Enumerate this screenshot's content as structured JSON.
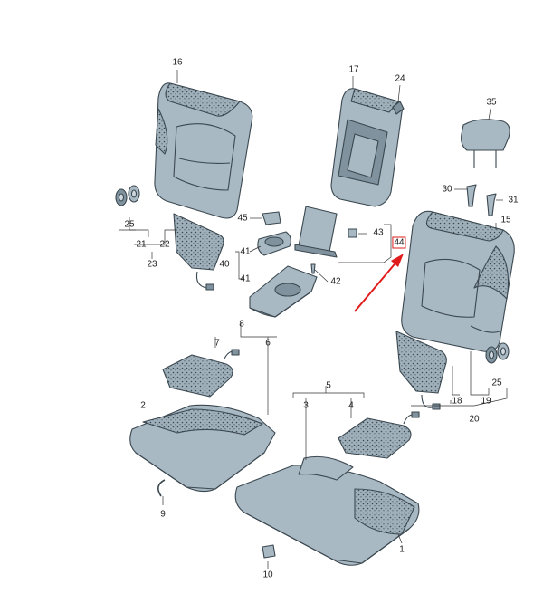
{
  "diagram": {
    "callouts": {
      "c1": "1",
      "c2": "2",
      "c3": "3",
      "c4": "4",
      "c5": "5",
      "c6": "6",
      "c7": "7",
      "c8": "8",
      "c9": "9",
      "c10": "10",
      "c15": "15",
      "c16": "16",
      "c17": "17",
      "c18": "18",
      "c19": "19",
      "c20": "20",
      "c21": "21",
      "c22": "22",
      "c23": "23",
      "c24": "24",
      "c25a": "25",
      "c25b": "25",
      "c30": "30",
      "c31": "31",
      "c35": "35",
      "c40": "40",
      "c41a": "41",
      "c41b": "41",
      "c42": "42",
      "c43": "43",
      "c44": "44",
      "c45": "45"
    },
    "highlighted_callout": "44",
    "colors": {
      "part_fill": "#a9b9c4",
      "part_dark": "#7f929e",
      "outline": "#3b4850",
      "highlight": "#e01b1b",
      "leader": "#333333"
    }
  }
}
